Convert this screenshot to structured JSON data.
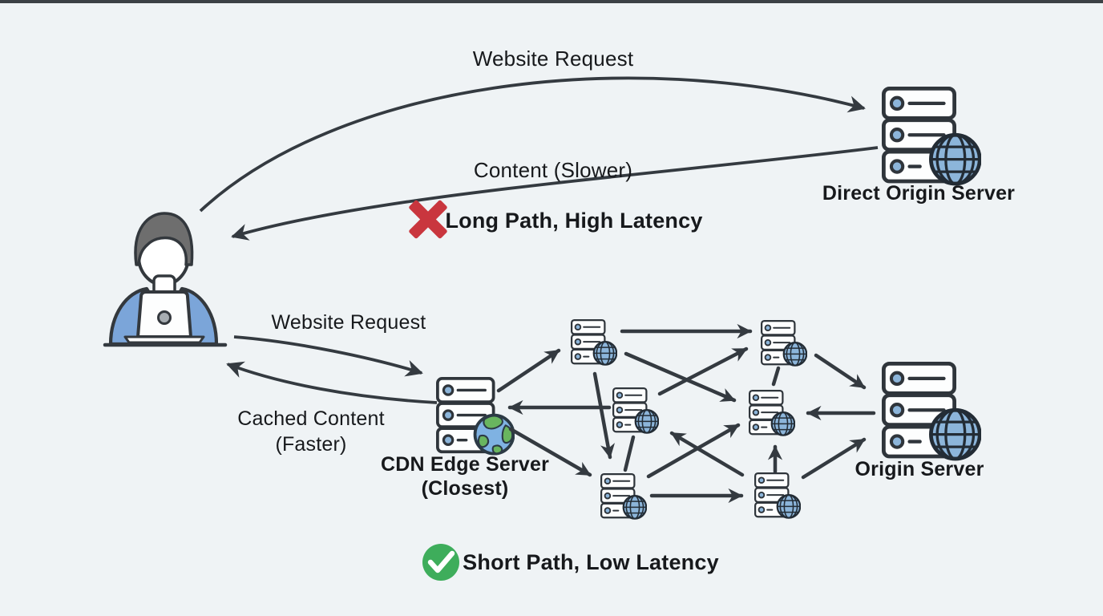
{
  "page": {
    "background": "#eff3f5",
    "top_bar_color": "#23282c"
  },
  "palette": {
    "line": "#343a40",
    "text": "#17191c",
    "server_outline": "#2f353b",
    "server_blue": "#8cb5da",
    "earth_land_green": "#69b55f",
    "earth_water_blue": "#7fb2e2",
    "person_shirt_blue": "#7ba5d9",
    "person_hair_gray": "#6e6e6e",
    "error_red": "#c9363e",
    "success_green": "#3ead5b"
  },
  "user": {
    "icon": "user-at-laptop-icon"
  },
  "direct_path": {
    "request_label": "Website Request",
    "response_label": "Content (Slower)",
    "status": {
      "icon": "x-mark-icon",
      "label": "Long Path, High Latency"
    },
    "server": {
      "icon": "server-globe-icon",
      "label": "Direct Origin Server"
    }
  },
  "cdn_path": {
    "request_label": "Website Request",
    "response_label": [
      "Cached Content",
      "(Faster)"
    ],
    "edge_server": {
      "icon": "server-earth-icon",
      "label": [
        "CDN Edge Server",
        "(Closest)"
      ]
    },
    "origin_server": {
      "icon": "server-globe-icon",
      "label": "Origin Server"
    },
    "status": {
      "icon": "check-circle-icon",
      "label": "Short Path, Low Latency"
    },
    "mesh_node_count": 6
  }
}
